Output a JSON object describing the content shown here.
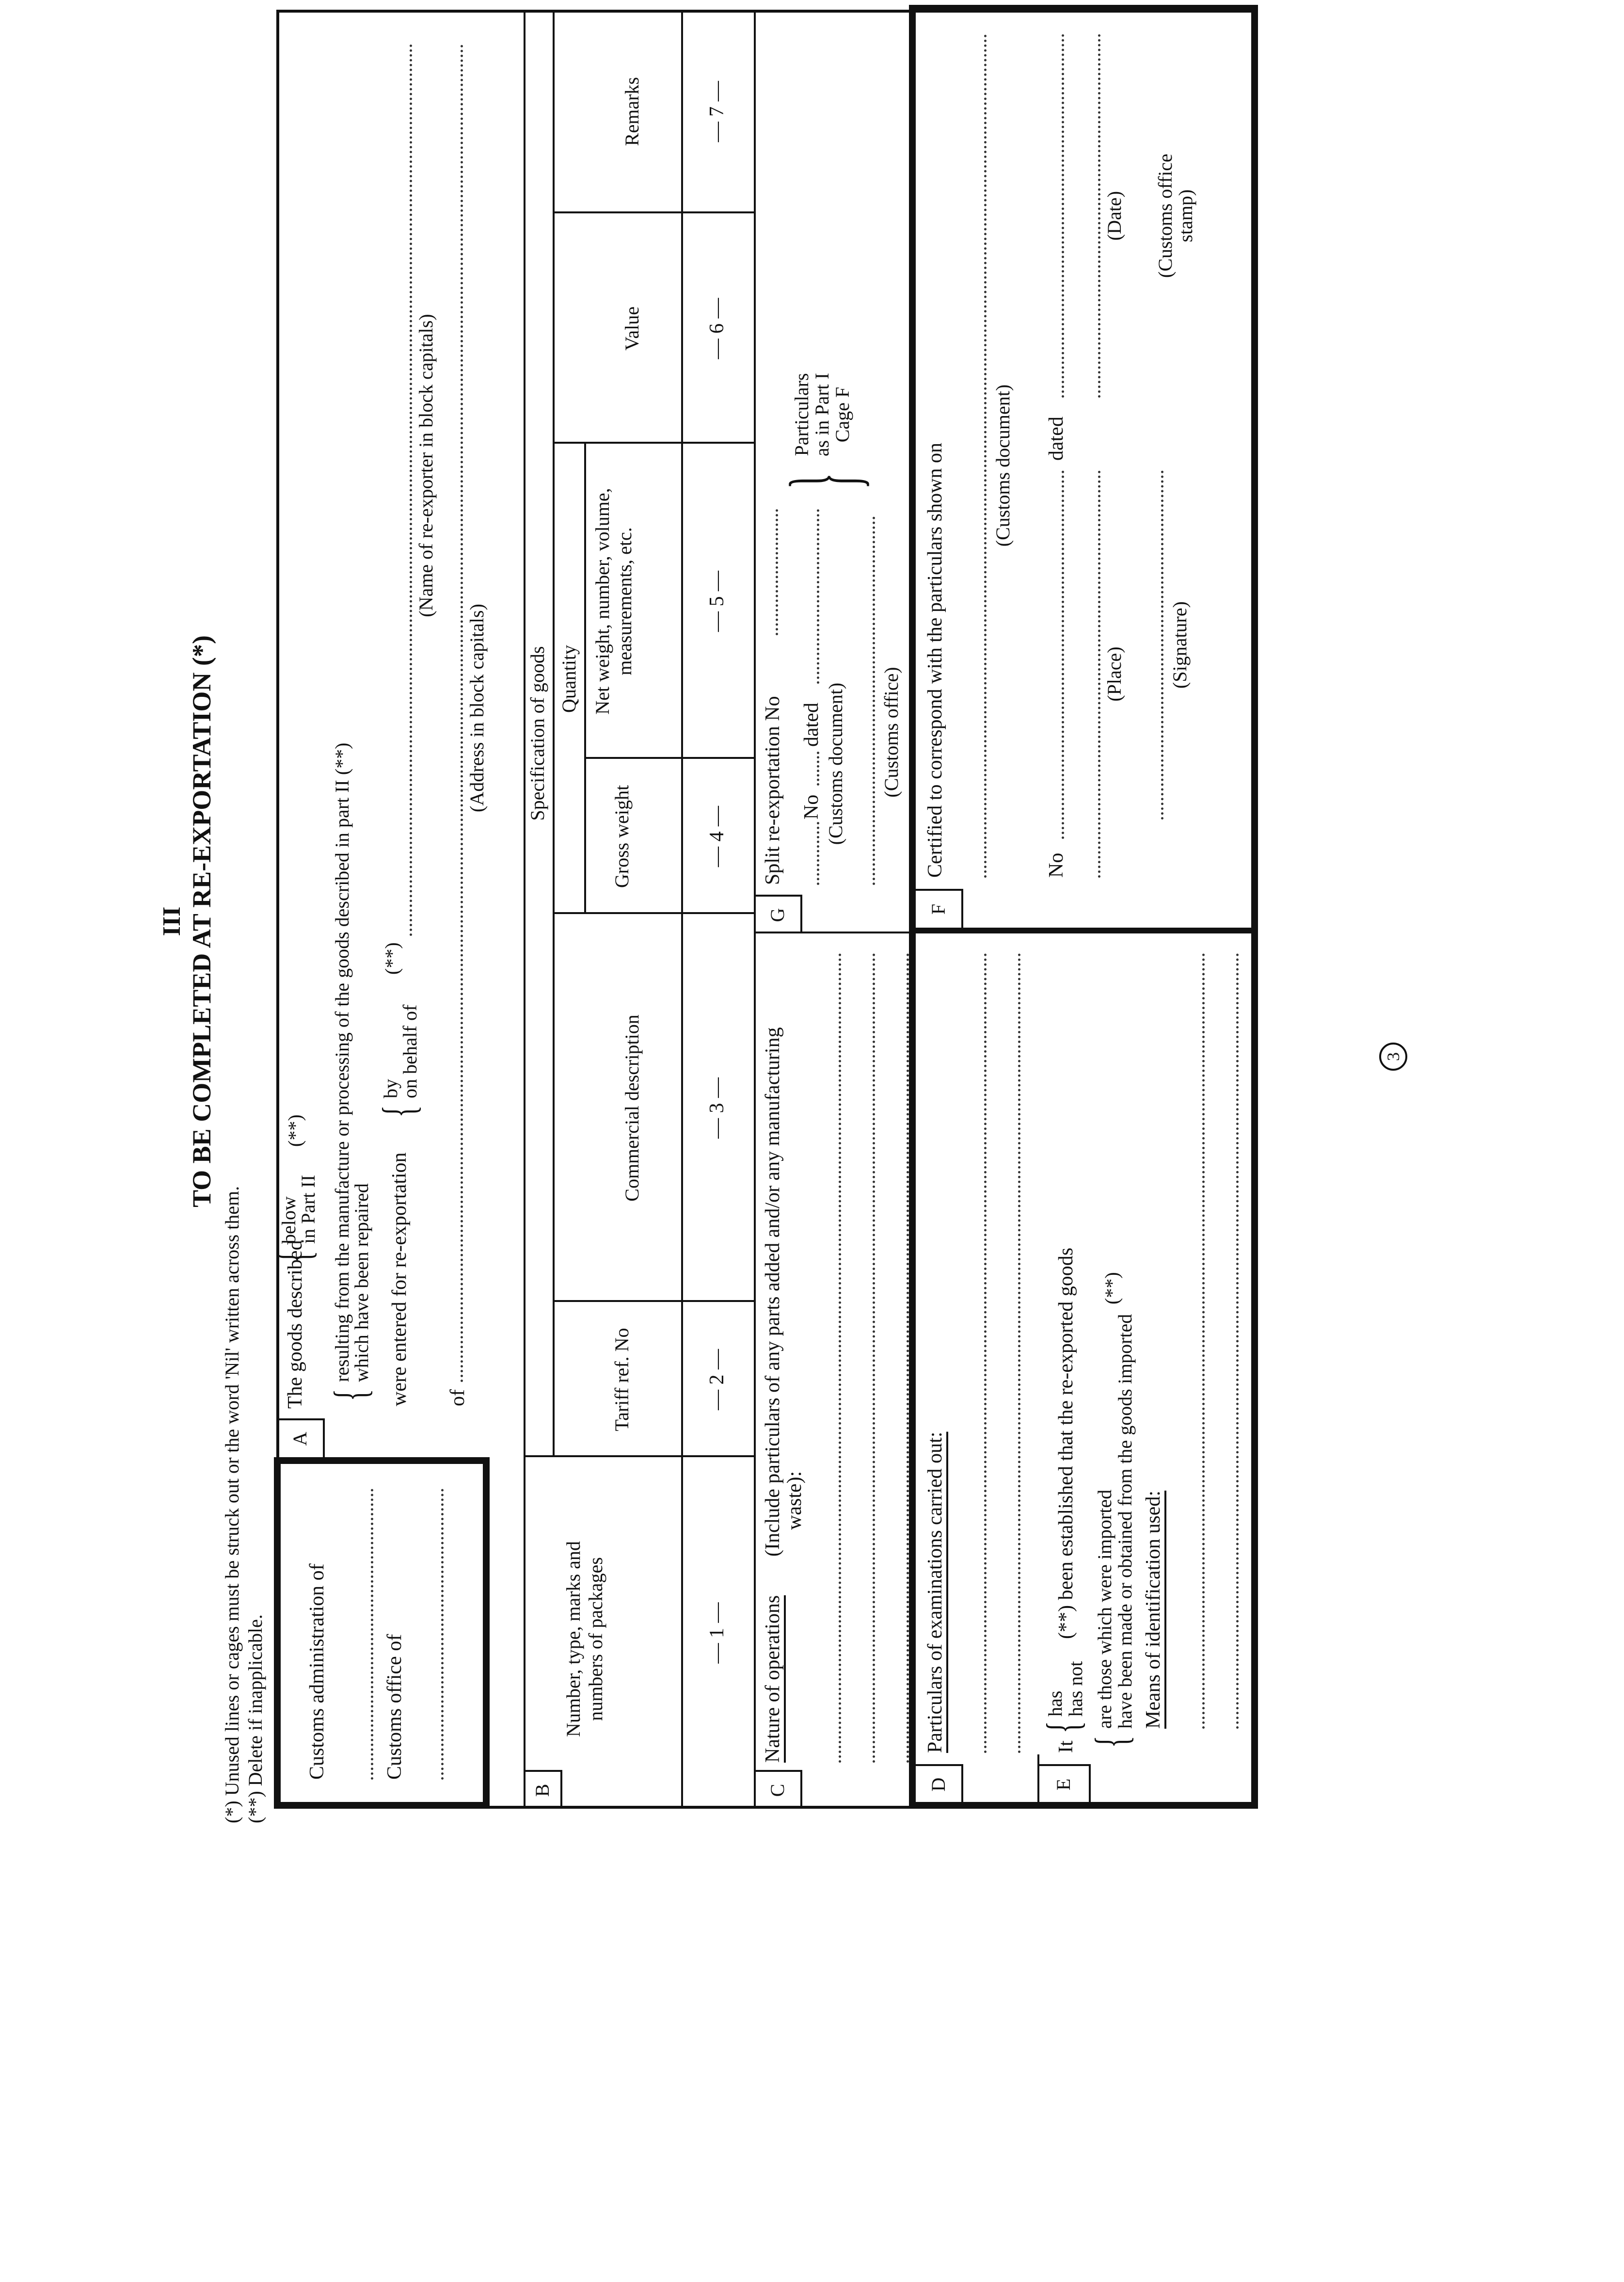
{
  "header": {
    "part": "III",
    "title": "TO BE COMPLETED AT RE-EXPORTATION (*)",
    "note1": "(*) Unused lines or cages must be struck out or the word 'Nil' written across them.",
    "note2": "(**) Delete if inapplicable."
  },
  "customs_box": {
    "admin_label": "Customs administration of",
    "office_label": "Customs office of"
  },
  "cage_a": {
    "letter": "A",
    "goods_described": "The goods described",
    "below": "below",
    "in_part_ii": "in Part II",
    "dbl_star": "(**)",
    "resulting": "resulting from the manufacture or processing of the goods described in part II (**)",
    "repaired": "which have been repaired",
    "entered": "were entered for re-exportation",
    "by": "by",
    "on_behalf": "on behalf of",
    "name_caption": "(Name of re-exporter in block capitals)",
    "of": "of",
    "address_caption": "(Address in block capitals)"
  },
  "cage_b": {
    "letter": "B",
    "spec_header": "Specification of goods",
    "quantity_header": "Quantity",
    "columns": [
      {
        "label": "Number, type, marks and numbers of packages",
        "num": "— 1 —"
      },
      {
        "label": "Tariff ref. No",
        "num": "— 2 —"
      },
      {
        "label": "Commercial description",
        "num": "— 3 —"
      },
      {
        "label": "Gross weight",
        "num": "— 4 —"
      },
      {
        "label": "Net weight, number, volume, measurements, etc.",
        "num": "— 5 —"
      },
      {
        "label": "Value",
        "num": "— 6 —"
      },
      {
        "label": "Remarks",
        "num": "— 7 —"
      }
    ]
  },
  "cage_c": {
    "letter": "C",
    "label": "Nature of operations",
    "text1": "(Include particulars of any parts added and/or any manufacturing",
    "text2": "waste):"
  },
  "cage_g": {
    "letter": "G",
    "label": "Split re-exportation No",
    "no": "No",
    "dated": "dated",
    "customs_doc": "(Customs document)",
    "customs_office": "(Customs office)",
    "particulars": "Particulars",
    "as_in": "as in Part I",
    "cage_f": "Cage F"
  },
  "cage_d": {
    "letter": "D",
    "label": "Particulars of examinations carried out:"
  },
  "cage_e": {
    "letter": "E",
    "it": "It",
    "has": "has",
    "has_not": "has not",
    "established": "(**) been established that the re-exported goods",
    "imported": "are those which were imported",
    "made_from": "have been made or obtained from the goods imported",
    "dbl_star": "(**)",
    "means": "Means of identification used:"
  },
  "cage_f": {
    "letter": "F",
    "certified": "Certified to correspond with the particulars shown on",
    "customs_doc": "(Customs document)",
    "no": "No",
    "dated": "dated",
    "place": "(Place)",
    "date": "(Date)",
    "signature": "(Signature)",
    "stamp1": "(Customs office",
    "stamp2": "stamp)"
  },
  "page_number": "3"
}
